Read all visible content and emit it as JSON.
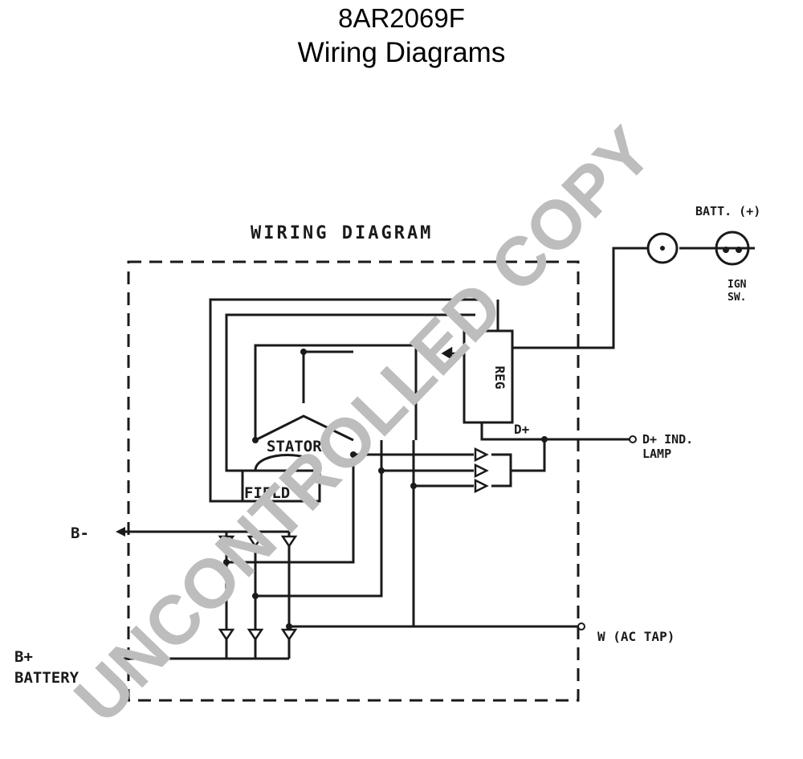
{
  "header": {
    "part_number": "8AR2069F",
    "subtitle": "Wiring Diagrams"
  },
  "diagram": {
    "heading": "WIRING DIAGRAM",
    "components": {
      "regulator": "REG",
      "stator": "STATOR",
      "field": "FIELD",
      "d_plus_terminal": "D+"
    },
    "terminals": {
      "battery_positive": "BATT. (+)",
      "ignition_switch_line1": "IGN",
      "ignition_switch_line2": "SW.",
      "d_plus_lamp_line1": "D+ IND.",
      "d_plus_lamp_line2": "LAMP",
      "w_ac_tap": "W (AC TAP)",
      "b_minus": "B-",
      "b_plus_line1": "B+",
      "b_plus_line2": "BATTERY"
    }
  },
  "watermark": "UNCONTROLLED COPY"
}
